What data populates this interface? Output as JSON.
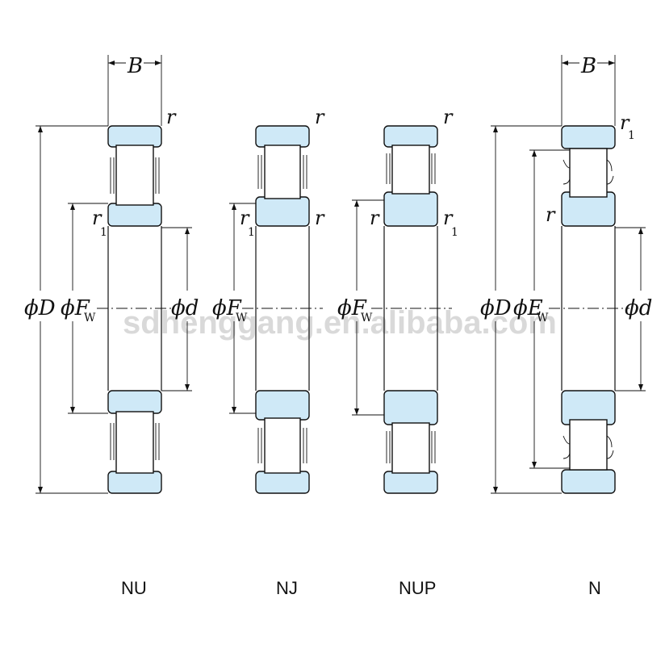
{
  "watermark": "sdhenggang.en.alibaba.com",
  "symbols": {
    "B": "B",
    "r": "r",
    "r1_base": "r",
    "r1_sub": "1",
    "phiD": "ϕD",
    "phid": "ϕd",
    "phiF": "ϕF",
    "phiE": "ϕE",
    "w_sub": "W"
  },
  "types": [
    "NU",
    "NJ",
    "NUP",
    "N"
  ],
  "colors": {
    "ring_fill": "#cfe9f7",
    "line": "#111111"
  }
}
